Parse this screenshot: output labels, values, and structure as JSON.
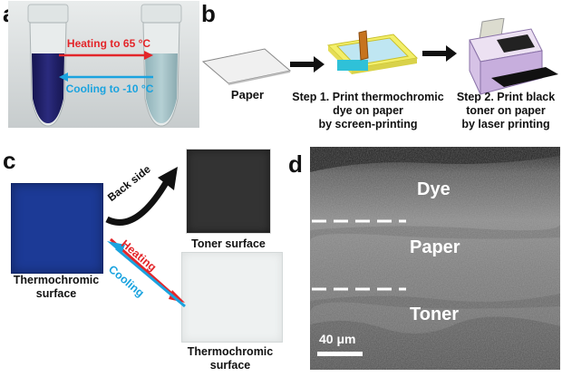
{
  "panels": {
    "a": {
      "label": "a",
      "heating_text": "Heating to 65 °C",
      "cooling_text": "Cooling to -10 °C",
      "colors": {
        "heating": "#e3262a",
        "cooling": "#1aa3df",
        "dark_dye": "#2b2b7e",
        "light_dye": "#a9c6cc"
      }
    },
    "b": {
      "label": "b",
      "paper_label": "Paper",
      "step1_lines": [
        "Step 1.  Print thermochromic",
        "dye on paper",
        "by screen-printing"
      ],
      "step2_lines": [
        "Step 2.  Print black",
        "toner on paper",
        "by laser printing"
      ]
    },
    "c": {
      "label": "c",
      "thermo_left_lines": [
        "Thermochromic",
        "surface"
      ],
      "back_side": "Back side",
      "toner_surface": "Toner surface",
      "heating": "Heating",
      "cooling": "Cooling",
      "thermo_right_lines": [
        "Thermochromic",
        "surface"
      ],
      "colors": {
        "blue_surface": "#1c3a96",
        "toner": "#333333",
        "white_surface": "#eef1f1"
      }
    },
    "d": {
      "label": "d",
      "dye": "Dye",
      "paper": "Paper",
      "toner": "Toner",
      "scale": "40 μm"
    }
  }
}
